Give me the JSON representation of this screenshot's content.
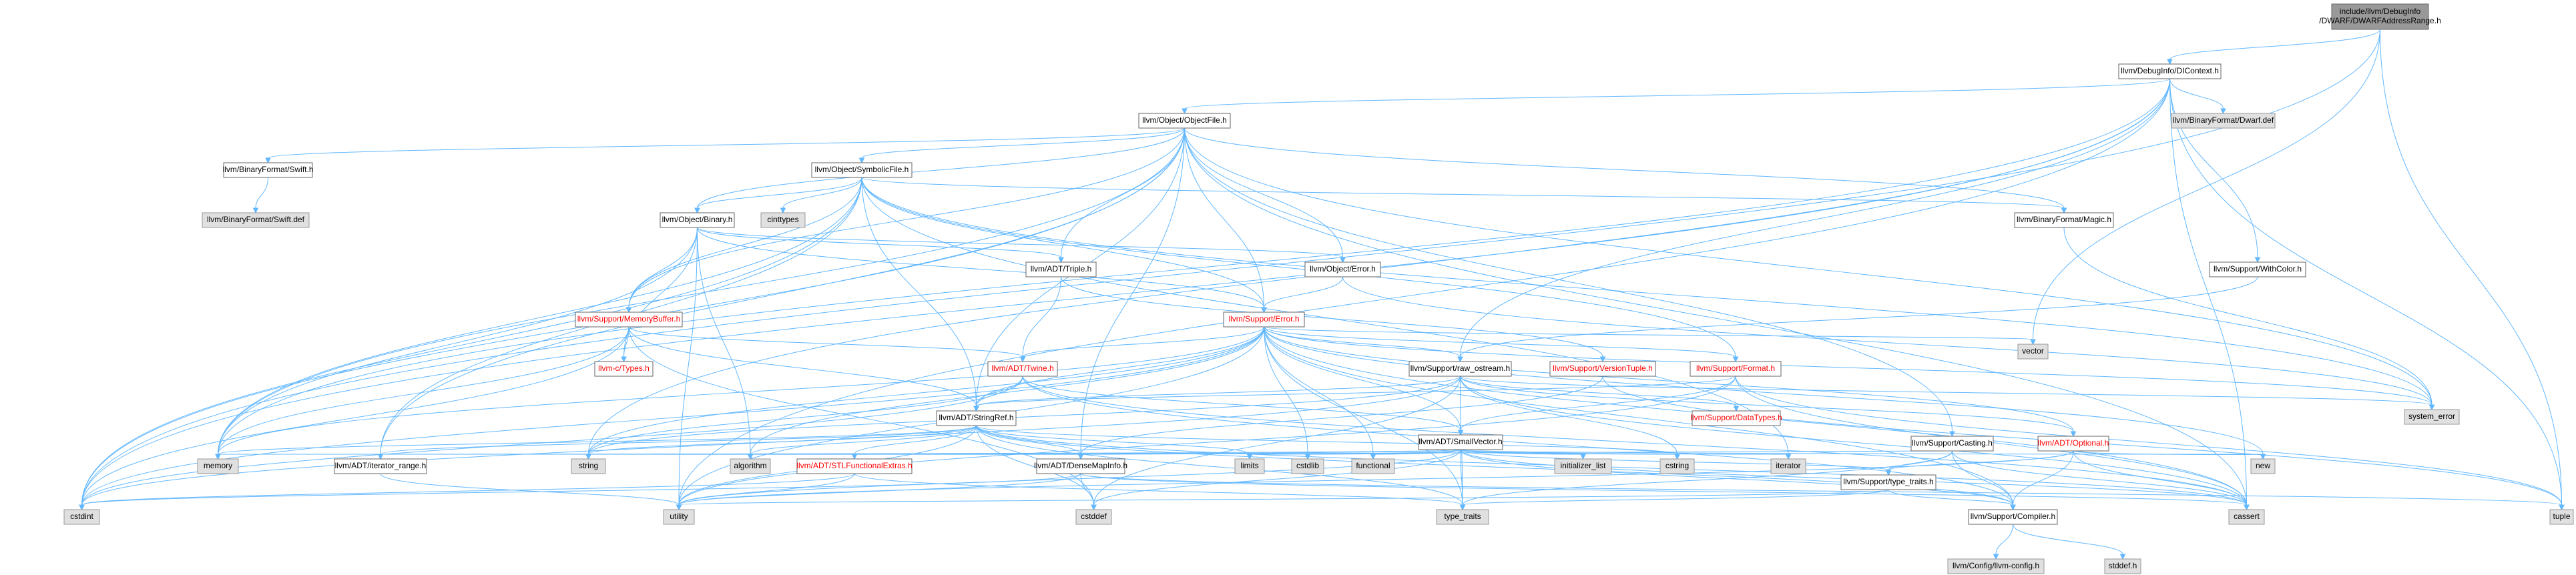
{
  "diagram": {
    "title": "",
    "colors": {
      "root_fill": "#999999",
      "node_fill": "#ffffff",
      "system_fill": "#e0e0e0",
      "stroke": "#666666",
      "system_stroke": "#999999",
      "red_text": "#ff0000",
      "edge": "#63b8ff"
    },
    "nodes": [
      {
        "id": "root",
        "lines": [
          "include/llvm/DebugInfo",
          "/DWARF/DWARFAddressRange.h"
        ],
        "kind": "root"
      },
      {
        "id": "dicontext",
        "lines": [
          "llvm/DebugInfo/DIContext.h"
        ],
        "kind": "normal"
      },
      {
        "id": "dwarfdef",
        "lines": [
          "llvm/BinaryFormat/Dwarf.def"
        ],
        "kind": "system"
      },
      {
        "id": "objectfile",
        "lines": [
          "llvm/Object/ObjectFile.h"
        ],
        "kind": "normal"
      },
      {
        "id": "swift",
        "lines": [
          "llvm/BinaryFormat/Swift.h"
        ],
        "kind": "normal"
      },
      {
        "id": "swiftdef",
        "lines": [
          "llvm/BinaryFormat/Swift.def"
        ],
        "kind": "system"
      },
      {
        "id": "symbolicfile",
        "lines": [
          "llvm/Object/SymbolicFile.h"
        ],
        "kind": "normal"
      },
      {
        "id": "binary",
        "lines": [
          "llvm/Object/Binary.h"
        ],
        "kind": "normal"
      },
      {
        "id": "cinttypes",
        "lines": [
          "cinttypes"
        ],
        "kind": "system"
      },
      {
        "id": "magic",
        "lines": [
          "llvm/BinaryFormat/Magic.h"
        ],
        "kind": "normal"
      },
      {
        "id": "withcolor",
        "lines": [
          "llvm/Support/WithColor.h"
        ],
        "kind": "normal"
      },
      {
        "id": "triple",
        "lines": [
          "llvm/ADT/Triple.h"
        ],
        "kind": "normal"
      },
      {
        "id": "objerror",
        "lines": [
          "llvm/Object/Error.h"
        ],
        "kind": "normal"
      },
      {
        "id": "memorybuffer",
        "lines": [
          "llvm/Support/MemoryBuffer.h"
        ],
        "kind": "red"
      },
      {
        "id": "supporterror",
        "lines": [
          "llvm/Support/Error.h"
        ],
        "kind": "red"
      },
      {
        "id": "ctypes",
        "lines": [
          "llvm-c/Types.h"
        ],
        "kind": "red"
      },
      {
        "id": "twine",
        "lines": [
          "llvm/ADT/Twine.h"
        ],
        "kind": "red"
      },
      {
        "id": "vector",
        "lines": [
          "vector"
        ],
        "kind": "system"
      },
      {
        "id": "rawostream",
        "lines": [
          "llvm/Support/raw_ostream.h"
        ],
        "kind": "normal"
      },
      {
        "id": "versiontuple",
        "lines": [
          "llvm/Support/VersionTuple.h"
        ],
        "kind": "red"
      },
      {
        "id": "format",
        "lines": [
          "llvm/Support/Format.h"
        ],
        "kind": "red"
      },
      {
        "id": "systemerror",
        "lines": [
          "system_error"
        ],
        "kind": "system"
      },
      {
        "id": "stringref",
        "lines": [
          "llvm/ADT/StringRef.h"
        ],
        "kind": "normal"
      },
      {
        "id": "smallvector",
        "lines": [
          "llvm/ADT/SmallVector.h"
        ],
        "kind": "normal"
      },
      {
        "id": "datatypes",
        "lines": [
          "llvm/Support/DataTypes.h"
        ],
        "kind": "red"
      },
      {
        "id": "casting",
        "lines": [
          "llvm/Support/Casting.h"
        ],
        "kind": "normal"
      },
      {
        "id": "optional",
        "lines": [
          "llvm/ADT/Optional.h"
        ],
        "kind": "red"
      },
      {
        "id": "memory",
        "lines": [
          "memory"
        ],
        "kind": "system"
      },
      {
        "id": "iteratorrange",
        "lines": [
          "llvm/ADT/iterator_range.h"
        ],
        "kind": "normal"
      },
      {
        "id": "string",
        "lines": [
          "string"
        ],
        "kind": "system"
      },
      {
        "id": "algorithm",
        "lines": [
          "algorithm"
        ],
        "kind": "system"
      },
      {
        "id": "stlfunctional",
        "lines": [
          "llvm/ADT/STLFunctionalExtras.h"
        ],
        "kind": "red"
      },
      {
        "id": "densemapinfo",
        "lines": [
          "llvm/ADT/DenseMapInfo.h"
        ],
        "kind": "normal"
      },
      {
        "id": "limits",
        "lines": [
          "limits"
        ],
        "kind": "system"
      },
      {
        "id": "cstdlib",
        "lines": [
          "cstdlib"
        ],
        "kind": "system"
      },
      {
        "id": "functional",
        "lines": [
          "functional"
        ],
        "kind": "system"
      },
      {
        "id": "initializerlist",
        "lines": [
          "initializer_list"
        ],
        "kind": "system"
      },
      {
        "id": "cstring",
        "lines": [
          "cstring"
        ],
        "kind": "system"
      },
      {
        "id": "iterator",
        "lines": [
          "iterator"
        ],
        "kind": "system"
      },
      {
        "id": "typetraitsh",
        "lines": [
          "llvm/Support/type_traits.h"
        ],
        "kind": "normal"
      },
      {
        "id": "new",
        "lines": [
          "new"
        ],
        "kind": "system"
      },
      {
        "id": "cstdint",
        "lines": [
          "cstdint"
        ],
        "kind": "system"
      },
      {
        "id": "utility",
        "lines": [
          "utility"
        ],
        "kind": "system"
      },
      {
        "id": "cstddef",
        "lines": [
          "cstddef"
        ],
        "kind": "system"
      },
      {
        "id": "typetraits",
        "lines": [
          "type_traits"
        ],
        "kind": "system"
      },
      {
        "id": "compiler",
        "lines": [
          "llvm/Support/Compiler.h"
        ],
        "kind": "normal"
      },
      {
        "id": "cassert",
        "lines": [
          "cassert"
        ],
        "kind": "system"
      },
      {
        "id": "tuple",
        "lines": [
          "tuple"
        ],
        "kind": "system"
      },
      {
        "id": "llvmconfig",
        "lines": [
          "llvm/Config/llvm-config.h"
        ],
        "kind": "system"
      },
      {
        "id": "stddef",
        "lines": [
          "stddef.h"
        ],
        "kind": "system"
      }
    ],
    "edges": [
      [
        "root",
        "dicontext"
      ],
      [
        "root",
        "cstdint"
      ],
      [
        "root",
        "tuple"
      ],
      [
        "root",
        "vector"
      ],
      [
        "dicontext",
        "dwarfdef"
      ],
      [
        "dicontext",
        "objectfile"
      ],
      [
        "dicontext",
        "withcolor"
      ],
      [
        "dicontext",
        "rawostream"
      ],
      [
        "dicontext",
        "cassert"
      ],
      [
        "dicontext",
        "cstdint"
      ],
      [
        "dicontext",
        "memory"
      ],
      [
        "dicontext",
        "string"
      ],
      [
        "dicontext",
        "tuple"
      ],
      [
        "dicontext",
        "utility"
      ],
      [
        "objectfile",
        "swift"
      ],
      [
        "objectfile",
        "symbolicfile"
      ],
      [
        "objectfile",
        "binary"
      ],
      [
        "objectfile",
        "magic"
      ],
      [
        "objectfile",
        "triple"
      ],
      [
        "objectfile",
        "objerror"
      ],
      [
        "objectfile",
        "memorybuffer"
      ],
      [
        "objectfile",
        "supporterror"
      ],
      [
        "objectfile",
        "stringref"
      ],
      [
        "objectfile",
        "densemapinfo"
      ],
      [
        "objectfile",
        "casting"
      ],
      [
        "objectfile",
        "iteratorrange"
      ],
      [
        "objectfile",
        "memory"
      ],
      [
        "objectfile",
        "cassert"
      ],
      [
        "objectfile",
        "cstdint"
      ],
      [
        "objectfile",
        "systemerror"
      ],
      [
        "swift",
        "swiftdef"
      ],
      [
        "symbolicfile",
        "binary"
      ],
      [
        "symbolicfile",
        "cinttypes"
      ],
      [
        "symbolicfile",
        "magic"
      ],
      [
        "symbolicfile",
        "memorybuffer"
      ],
      [
        "symbolicfile",
        "supporterror"
      ],
      [
        "symbolicfile",
        "stringref"
      ],
      [
        "symbolicfile",
        "format"
      ],
      [
        "symbolicfile",
        "iteratorrange"
      ],
      [
        "symbolicfile",
        "memory"
      ],
      [
        "symbolicfile",
        "cstdint"
      ],
      [
        "symbolicfile",
        "systemerror"
      ],
      [
        "symbolicfile",
        "iterator"
      ],
      [
        "binary",
        "triple"
      ],
      [
        "binary",
        "objerror"
      ],
      [
        "binary",
        "memorybuffer"
      ],
      [
        "binary",
        "supporterror"
      ],
      [
        "binary",
        "ctypes"
      ],
      [
        "binary",
        "memory"
      ],
      [
        "binary",
        "utility"
      ],
      [
        "binary",
        "algorithm"
      ],
      [
        "magic",
        "systemerror"
      ],
      [
        "withcolor",
        "rawostream"
      ],
      [
        "triple",
        "twine"
      ],
      [
        "triple",
        "versiontuple"
      ],
      [
        "objerror",
        "supporterror"
      ],
      [
        "objerror",
        "systemerror"
      ],
      [
        "memorybuffer",
        "ctypes"
      ],
      [
        "memorybuffer",
        "twine"
      ],
      [
        "memorybuffer",
        "stringref"
      ],
      [
        "memorybuffer",
        "memory"
      ],
      [
        "memorybuffer",
        "cstddef"
      ],
      [
        "memorybuffer",
        "cstdint"
      ],
      [
        "supporterror",
        "twine"
      ],
      [
        "supporterror",
        "rawostream"
      ],
      [
        "supporterror",
        "format"
      ],
      [
        "supporterror",
        "smallvector"
      ],
      [
        "supporterror",
        "stringref"
      ],
      [
        "supporterror",
        "vector"
      ],
      [
        "supporterror",
        "systemerror"
      ],
      [
        "supporterror",
        "algorithm"
      ],
      [
        "supporterror",
        "cassert"
      ],
      [
        "supporterror",
        "cstdint"
      ],
      [
        "supporterror",
        "cstdlib"
      ],
      [
        "supporterror",
        "functional"
      ],
      [
        "supporterror",
        "memory"
      ],
      [
        "supporterror",
        "new"
      ],
      [
        "supporterror",
        "string"
      ],
      [
        "supporterror",
        "utility"
      ],
      [
        "supporterror",
        "typetraits"
      ],
      [
        "supporterror",
        "optional"
      ],
      [
        "supporterror",
        "compiler"
      ],
      [
        "twine",
        "smallvector"
      ],
      [
        "twine",
        "stringref"
      ],
      [
        "twine",
        "cassert"
      ],
      [
        "twine",
        "cstdint"
      ],
      [
        "twine",
        "string"
      ],
      [
        "twine",
        "compiler"
      ],
      [
        "rawostream",
        "stringref"
      ],
      [
        "rawostream",
        "datatypes"
      ],
      [
        "rawostream",
        "cassert"
      ],
      [
        "rawostream",
        "cstddef"
      ],
      [
        "rawostream",
        "cstdint"
      ],
      [
        "rawostream",
        "cstring"
      ],
      [
        "rawostream",
        "string"
      ],
      [
        "rawostream",
        "systemerror"
      ],
      [
        "rawostream",
        "typetraits"
      ],
      [
        "rawostream",
        "optional"
      ],
      [
        "versiontuple",
        "densemapinfo"
      ],
      [
        "versiontuple",
        "tuple"
      ],
      [
        "format",
        "smallvector"
      ],
      [
        "format",
        "stringref"
      ],
      [
        "format",
        "cassert"
      ],
      [
        "format",
        "tuple"
      ],
      [
        "format",
        "utility"
      ],
      [
        "stringref",
        "iteratorrange"
      ],
      [
        "stringref",
        "stlfunctional"
      ],
      [
        "stringref",
        "densemapinfo"
      ],
      [
        "stringref",
        "compiler"
      ],
      [
        "stringref",
        "algorithm"
      ],
      [
        "stringref",
        "cassert"
      ],
      [
        "stringref",
        "cstddef"
      ],
      [
        "stringref",
        "cstring"
      ],
      [
        "stringref",
        "limits"
      ],
      [
        "stringref",
        "string"
      ],
      [
        "stringref",
        "typetraits"
      ],
      [
        "stringref",
        "utility"
      ],
      [
        "stringref",
        "memory"
      ],
      [
        "smallvector",
        "compiler"
      ],
      [
        "smallvector",
        "typetraitsh"
      ],
      [
        "smallvector",
        "algorithm"
      ],
      [
        "smallvector",
        "cassert"
      ],
      [
        "smallvector",
        "cstddef"
      ],
      [
        "smallvector",
        "cstdlib"
      ],
      [
        "smallvector",
        "cstring"
      ],
      [
        "smallvector",
        "functional"
      ],
      [
        "smallvector",
        "initializerlist"
      ],
      [
        "smallvector",
        "iterator"
      ],
      [
        "smallvector",
        "limits"
      ],
      [
        "smallvector",
        "memory"
      ],
      [
        "smallvector",
        "new"
      ],
      [
        "smallvector",
        "typetraits"
      ],
      [
        "smallvector",
        "utility"
      ],
      [
        "casting",
        "compiler"
      ],
      [
        "casting",
        "typetraitsh"
      ],
      [
        "casting",
        "cassert"
      ],
      [
        "casting",
        "memory"
      ],
      [
        "casting",
        "typetraits"
      ],
      [
        "optional",
        "compiler"
      ],
      [
        "optional",
        "typetraitsh"
      ],
      [
        "optional",
        "cassert"
      ],
      [
        "optional",
        "new"
      ],
      [
        "optional",
        "utility"
      ],
      [
        "iteratorrange",
        "utility"
      ],
      [
        "stlfunctional",
        "cstdint"
      ],
      [
        "stlfunctional",
        "typetraits"
      ],
      [
        "stlfunctional",
        "utility"
      ],
      [
        "densemapinfo",
        "cassert"
      ],
      [
        "densemapinfo",
        "cstddef"
      ],
      [
        "densemapinfo",
        "cstdint"
      ],
      [
        "densemapinfo",
        "tuple"
      ],
      [
        "densemapinfo",
        "utility"
      ],
      [
        "typetraitsh",
        "compiler"
      ],
      [
        "typetraitsh",
        "typetraits"
      ],
      [
        "typetraitsh",
        "utility"
      ],
      [
        "compiler",
        "llvmconfig"
      ],
      [
        "compiler",
        "stddef"
      ]
    ]
  }
}
